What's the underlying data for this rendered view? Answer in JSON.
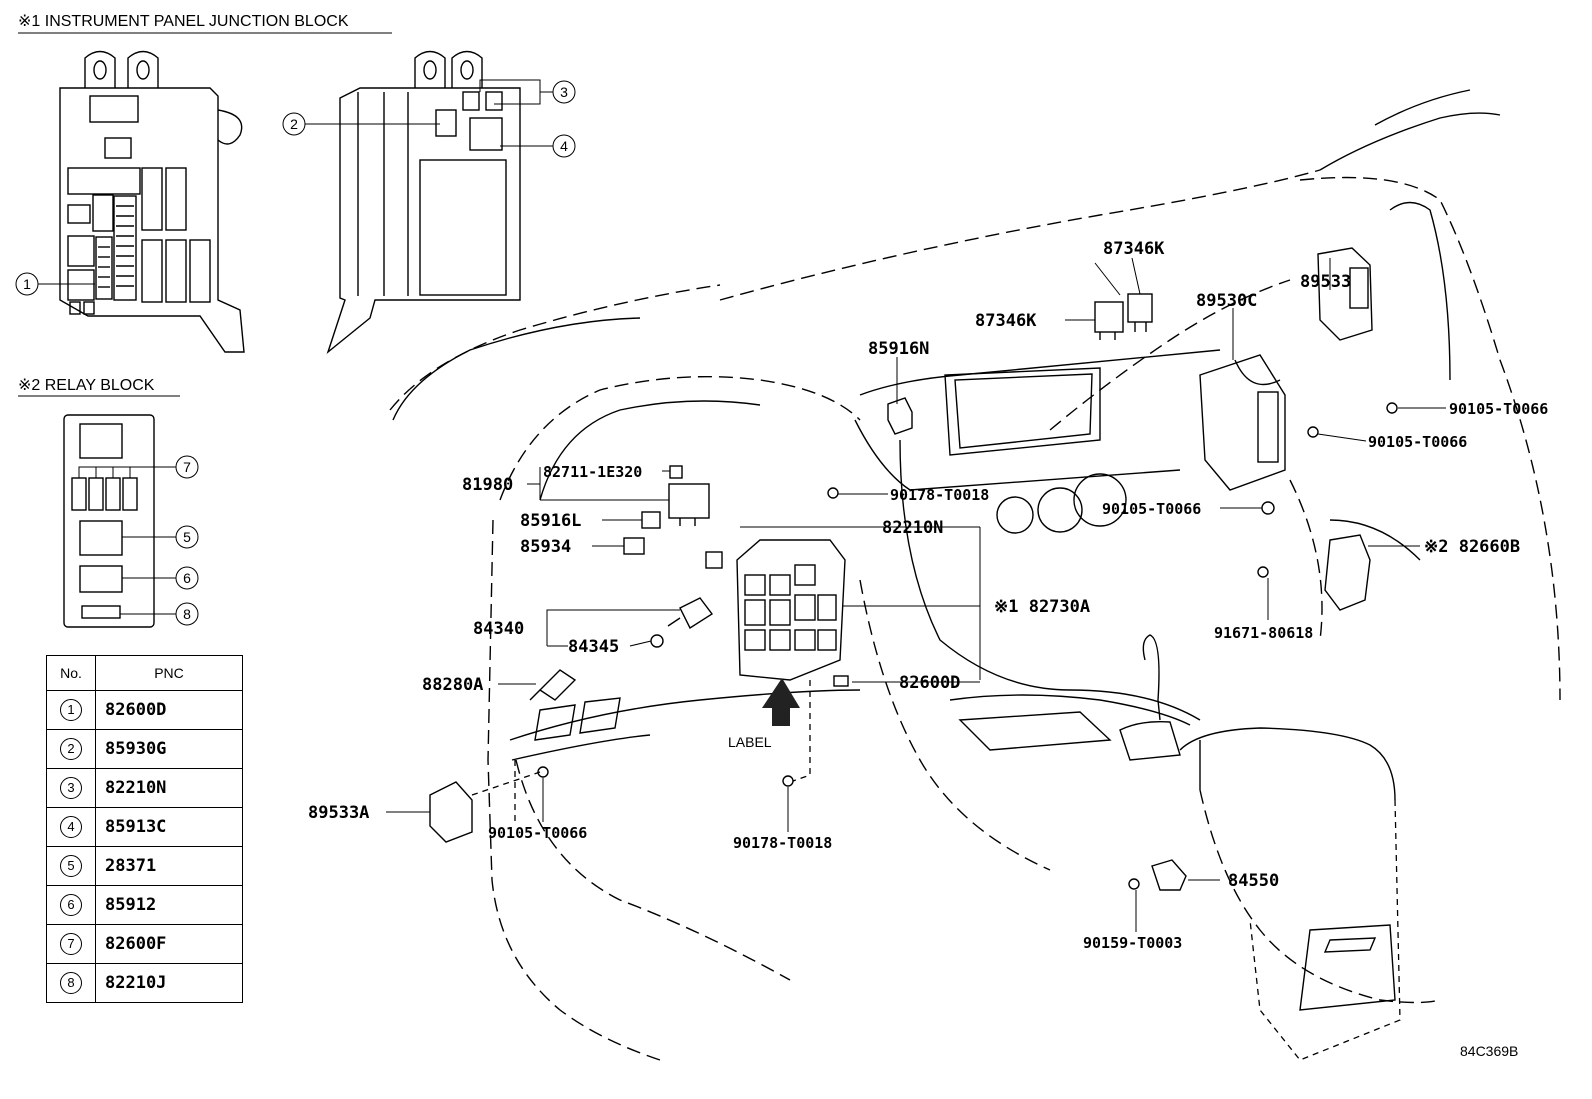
{
  "titles": {
    "junction_block": "※1 INSTRUMENT PANEL JUNCTION BLOCK",
    "relay_block": "※2 RELAY BLOCK"
  },
  "callout_numbers": [
    "1",
    "2",
    "3",
    "4",
    "5",
    "6",
    "7",
    "8"
  ],
  "table": {
    "headers": [
      "No.",
      "PNC"
    ],
    "rows": [
      {
        "no": "1",
        "pnc": "82600D"
      },
      {
        "no": "2",
        "pnc": "85930G"
      },
      {
        "no": "3",
        "pnc": "82210N"
      },
      {
        "no": "4",
        "pnc": "85913C"
      },
      {
        "no": "5",
        "pnc": "28371"
      },
      {
        "no": "6",
        "pnc": "85912"
      },
      {
        "no": "7",
        "pnc": "82600F"
      },
      {
        "no": "8",
        "pnc": "82210J"
      }
    ]
  },
  "parts": {
    "p87346k_top": "87346K",
    "p87346k": "87346K",
    "p89530c": "89530C",
    "p89533": "89533",
    "p85916n": "85916N",
    "p81980": "81980",
    "p82711": "82711-1E320",
    "p90178_a": "90178-T0018",
    "p90105_r1": "90105-T0066",
    "p90105_r2": "90105-T0066",
    "p90105_c": "90105-T0066",
    "p85916l": "85916L",
    "p82210n": "82210N",
    "p85934": "85934",
    "p82660b": "※2 82660B",
    "p84340": "84340",
    "p84345": "84345",
    "p82730a": "※1 82730A",
    "p91671": "91671-80618",
    "p88280a": "88280A",
    "p82600d": "82600D",
    "p89533a": "89533A",
    "p90105_b": "90105-T0066",
    "p90178_b": "90178-T0018",
    "p84550": "84550",
    "p90159": "90159-T0003"
  },
  "label_text": "LABEL",
  "diagram_code": "84C369B"
}
